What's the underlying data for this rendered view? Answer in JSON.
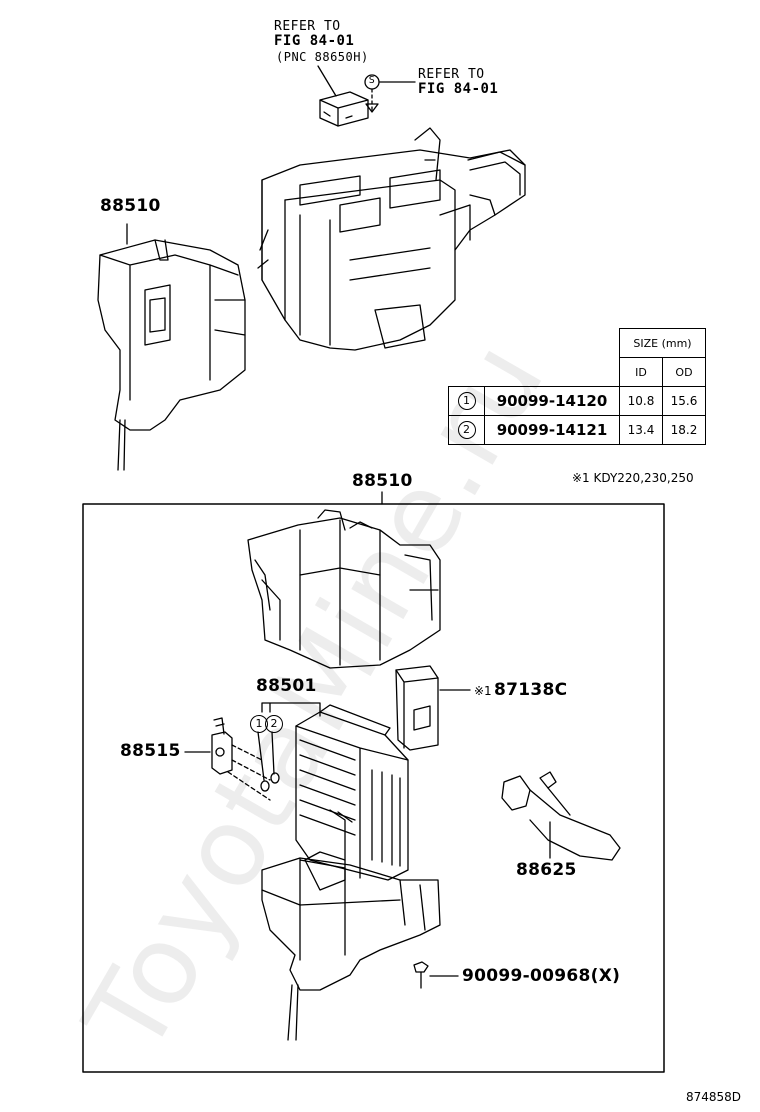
{
  "watermark": "ToyotaMine.ru",
  "callouts": {
    "refer_top_line1": "REFER TO",
    "refer_top_line2": "FIG 84-01",
    "refer_top_line3": "(PNC 88650H)",
    "refer_right_line1": "REFER TO",
    "refer_right_line2": "FIG 84-01",
    "s_marker": "S"
  },
  "parts": {
    "top_left": "88510",
    "assembly": "88510",
    "evaporator": "88501",
    "valve": "88515",
    "resistor": "87138C",
    "resistor_note_mark": "※1",
    "sensor": "88625",
    "screw": "90099-00968(X)",
    "oring_1_marker": "1",
    "oring_2_marker": "2"
  },
  "size_table": {
    "header": "SIZE (mm)",
    "col_id": "ID",
    "col_od": "OD",
    "rows": [
      {
        "marker": "1",
        "part": "90099-14120",
        "id": "10.8",
        "od": "15.6"
      },
      {
        "marker": "2",
        "part": "90099-14121",
        "id": "13.4",
        "od": "18.2"
      }
    ]
  },
  "footnote": "※1 KDY220,230,250",
  "figure_code": "874858D"
}
